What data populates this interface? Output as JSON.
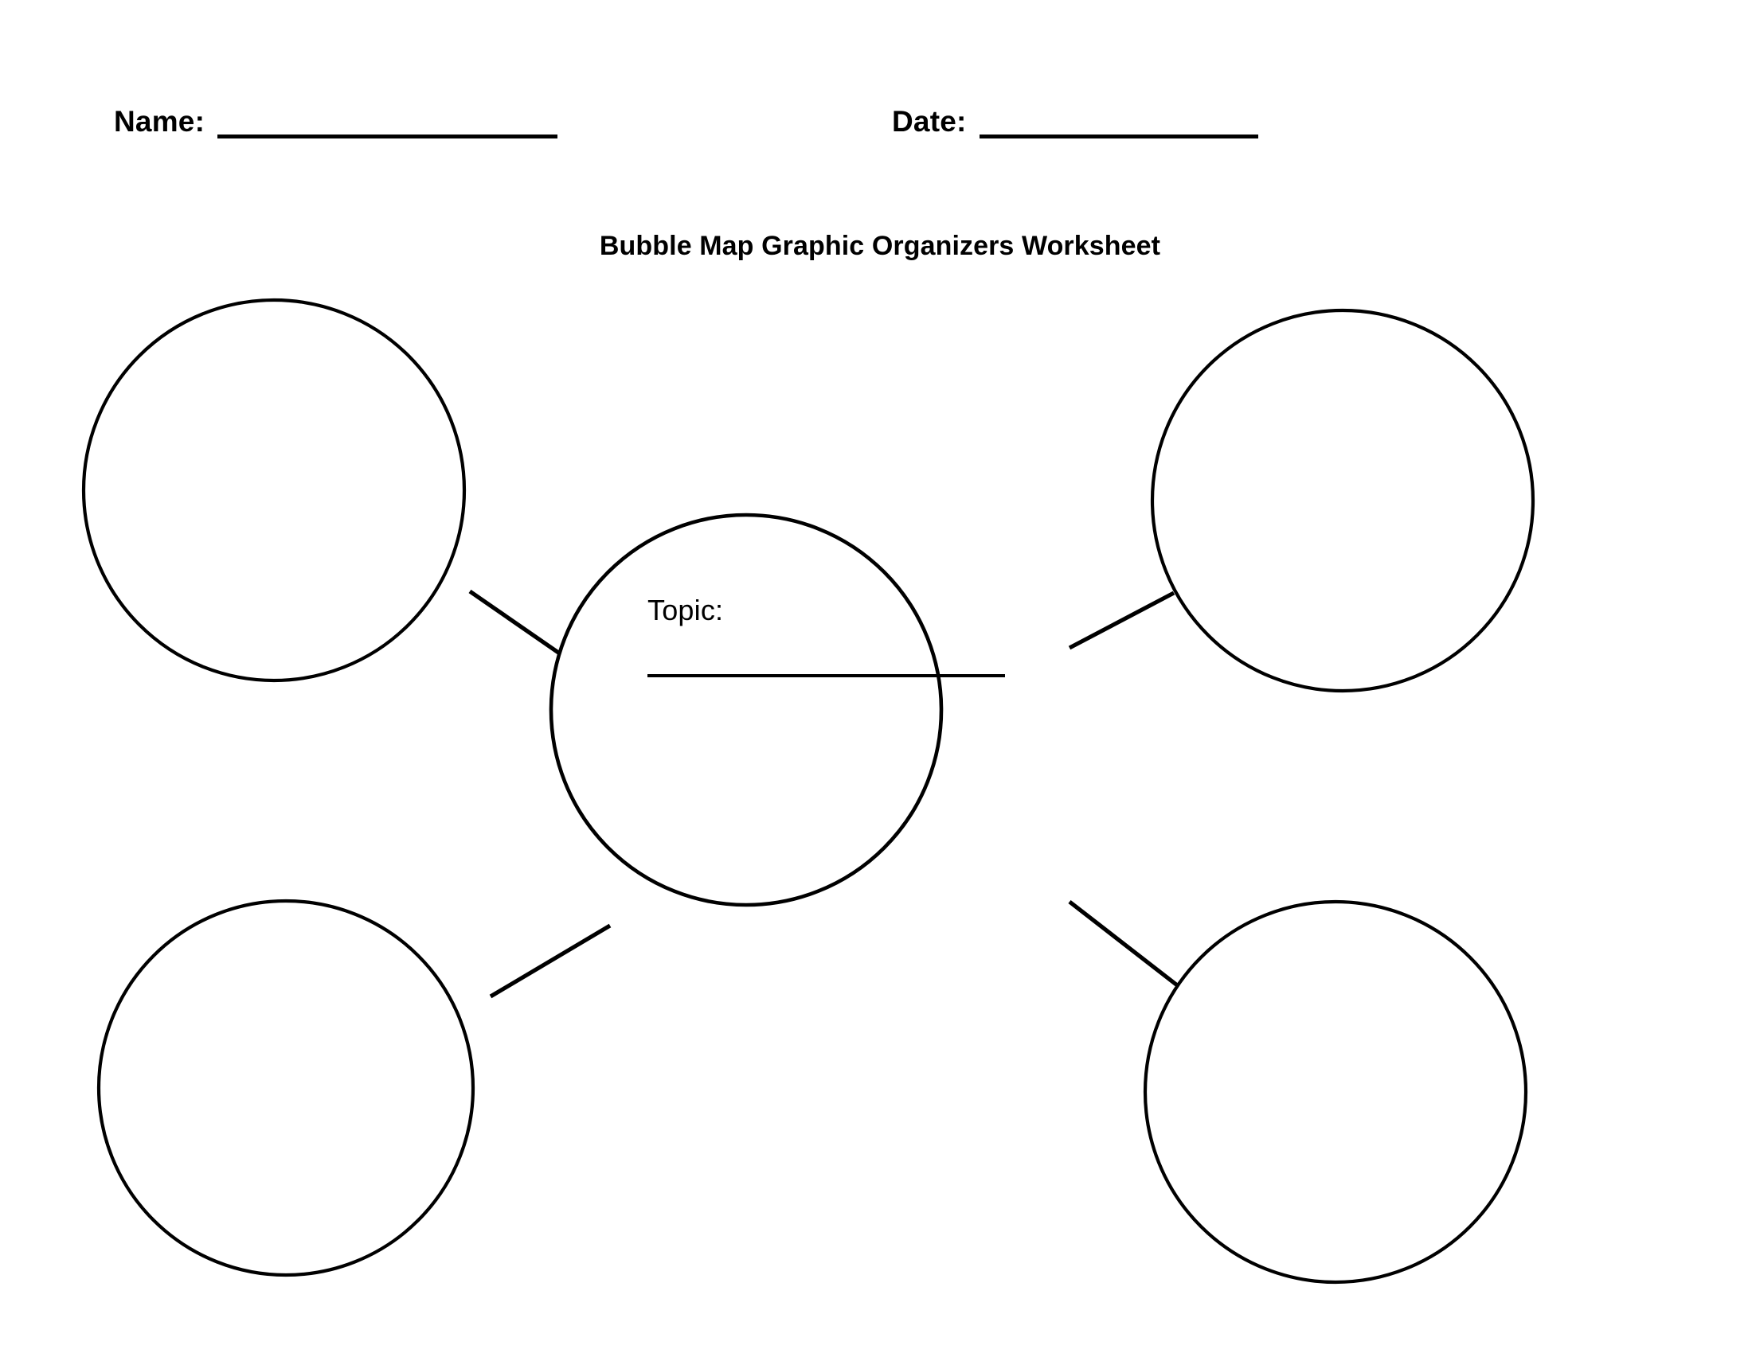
{
  "page": {
    "title": "Bubble Map Graphic Organizers Worksheet",
    "background_color": "#ffffff",
    "ink_color": "#000000"
  },
  "header": {
    "name_label": "Name:",
    "name_value": "",
    "date_label": "Date:",
    "date_value": ""
  },
  "diagram": {
    "type": "bubble-map",
    "center": {
      "topic_label": "Topic:",
      "topic_value": ""
    },
    "bubbles": [
      {
        "id": "bubble-top-left",
        "position": "top-left",
        "value": ""
      },
      {
        "id": "bubble-top-right",
        "position": "top-right",
        "value": ""
      },
      {
        "id": "bubble-bottom-left",
        "position": "bottom-left",
        "value": ""
      },
      {
        "id": "bubble-bottom-right",
        "position": "bottom-right",
        "value": ""
      }
    ],
    "connector_count": 4
  }
}
